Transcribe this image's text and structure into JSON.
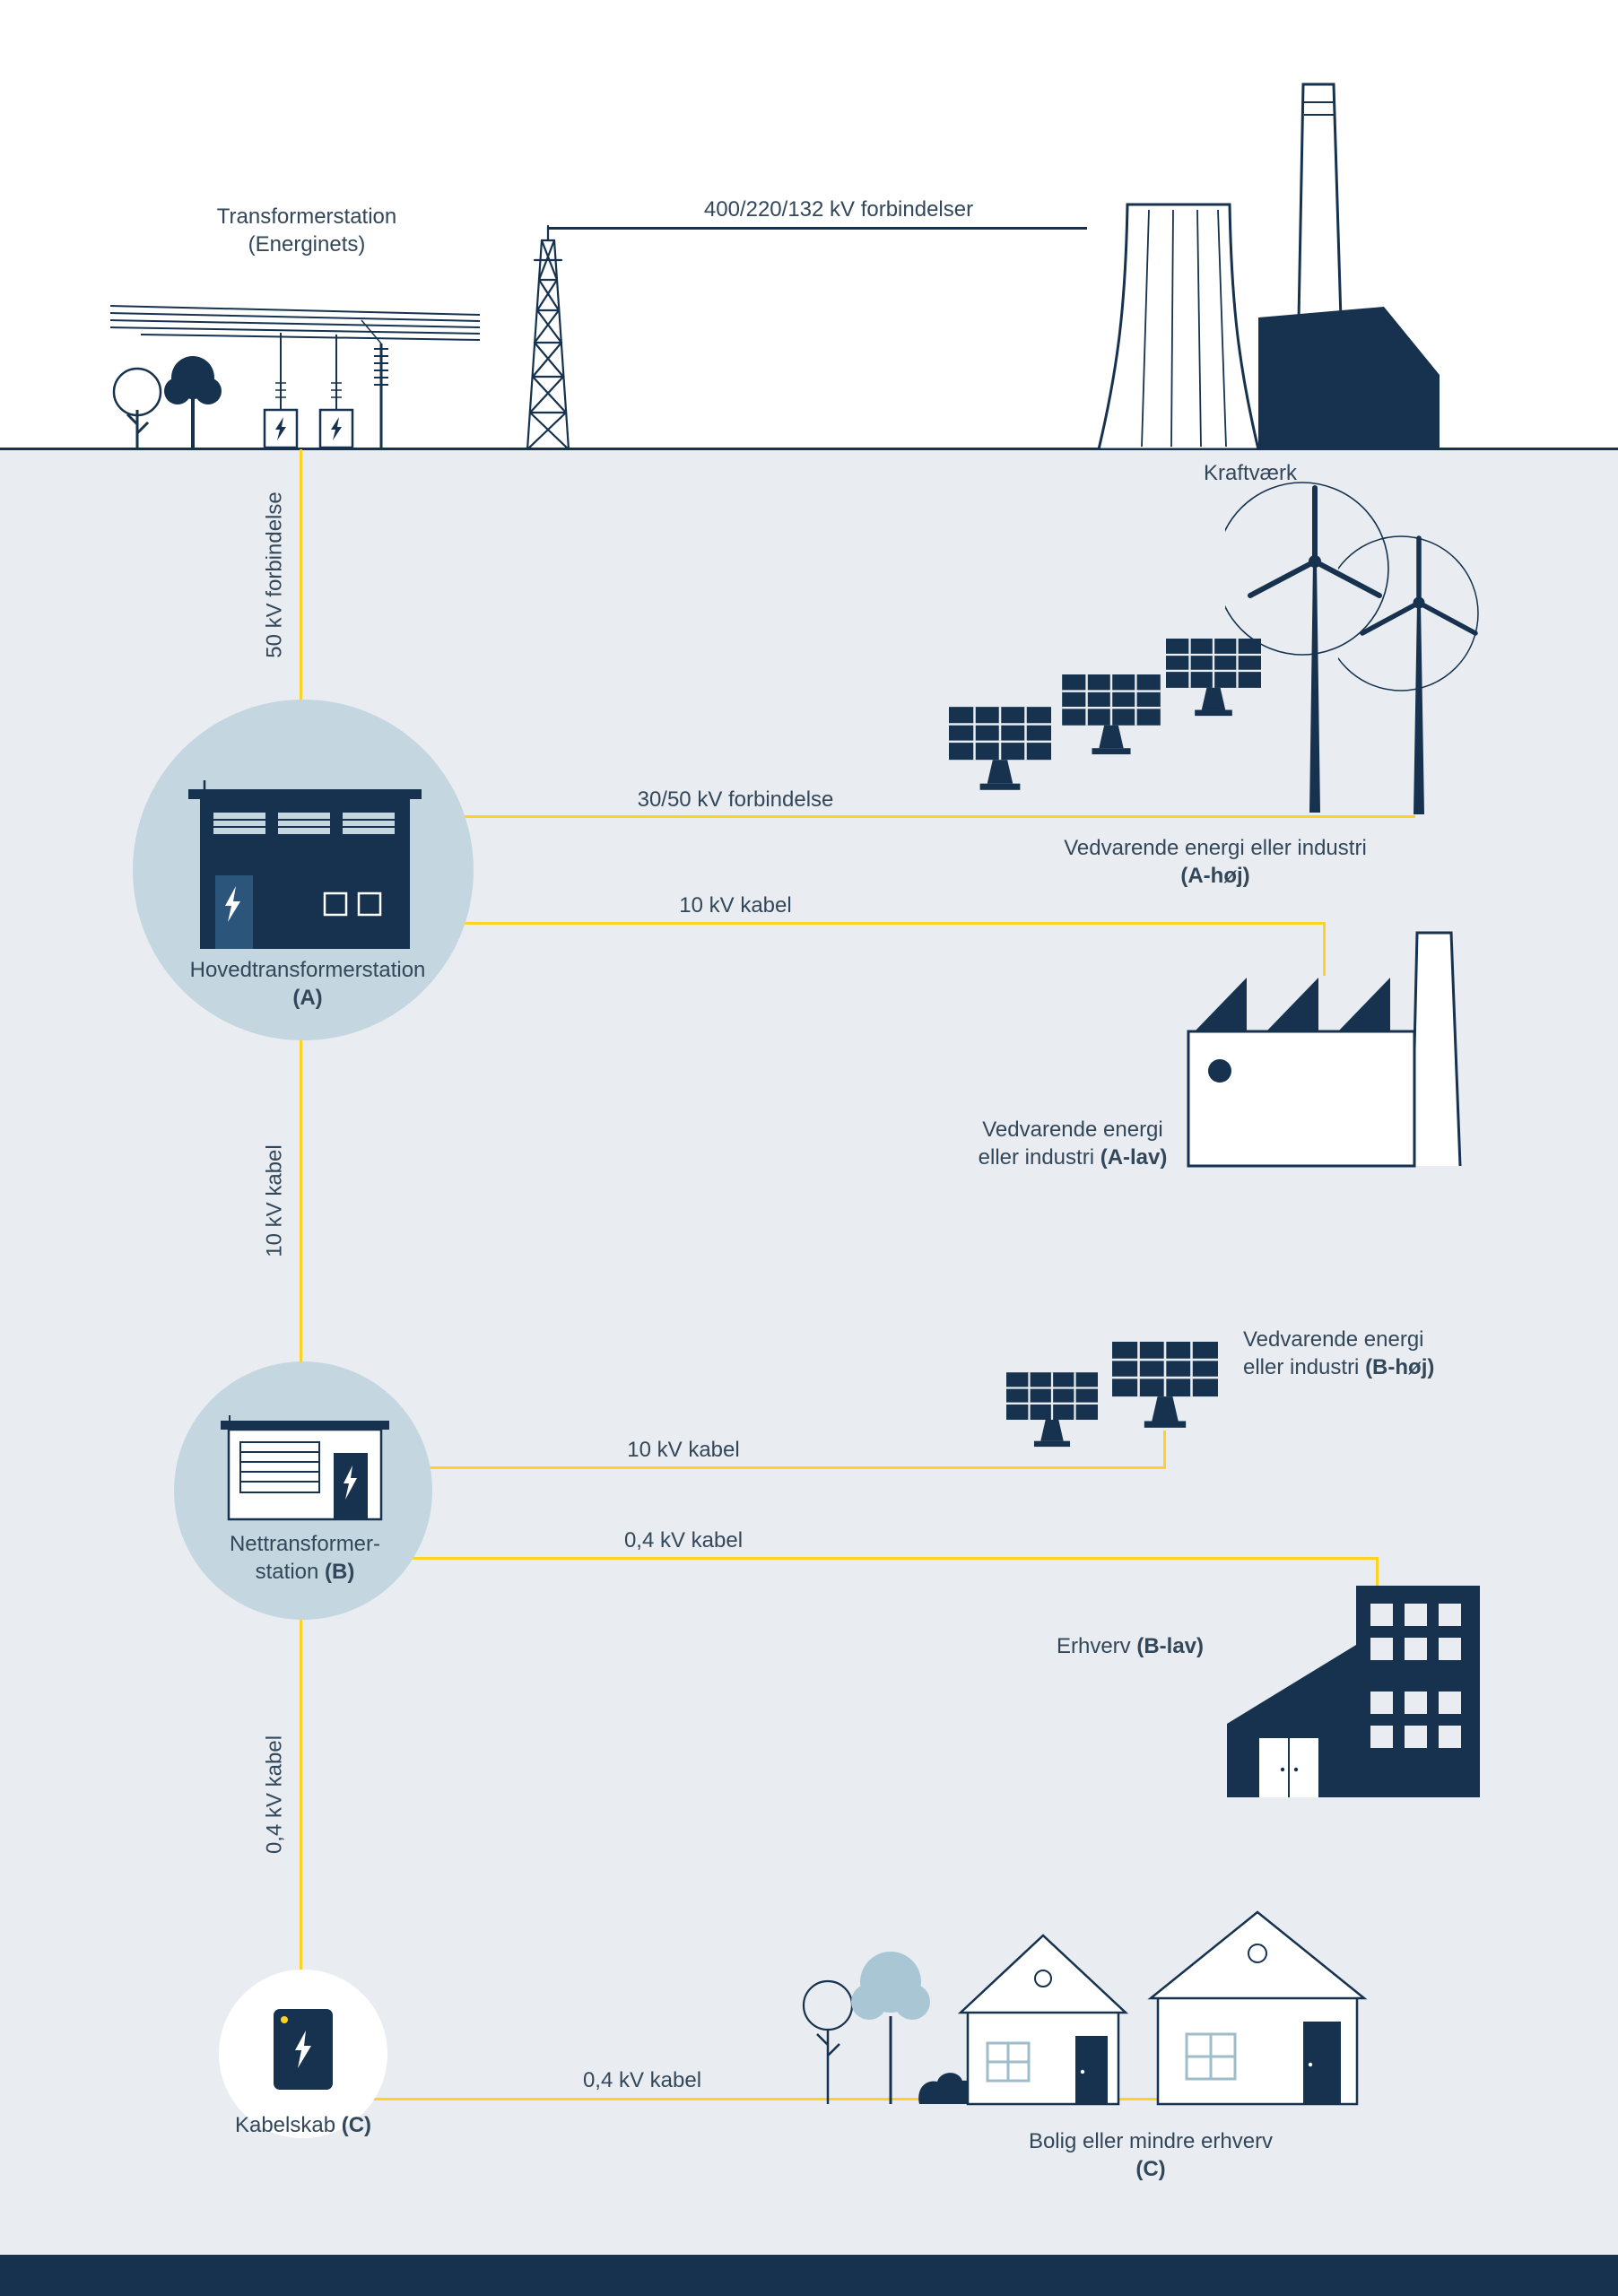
{
  "colors": {
    "navy": "#16324e",
    "text": "#33475a",
    "panel_background": "#e9edf1",
    "circle_fill": "#c4d6df",
    "accent_yellow": "#fcd323",
    "light_blue": "#a9c6d4",
    "white": "#ffffff"
  },
  "top_section": {
    "station_label_line1": "Transformerstation",
    "station_label_line2": "(Energinets)",
    "hv_connection_label": "400/220/132 kV forbindelser",
    "power_plant_label": "Kraftværk"
  },
  "connections": {
    "kv50_vertical": "50 kV forbindelse",
    "kv3050_horizontal": "30/50 kV forbindelse",
    "kv10_to_industry": "10 kV kabel",
    "kv10_vertical": "10 kV kabel",
    "kv10_to_bhoj": "10 kV kabel",
    "kv04_to_blav": "0,4 kV kabel",
    "kv04_vertical": "0,4 kV kabel",
    "kv04_to_homes": "0,4 kV kabel"
  },
  "stations": {
    "a_label": "Hovedtransformerstation",
    "a_code": "(A)",
    "b_label_line1": "Nettransformer-",
    "b_label_line2": "station ",
    "b_code": "(B)",
    "c_label": "Kabelskab ",
    "c_code": "(C)"
  },
  "consumers": {
    "a_hoj_label": "Vedvarende energi eller industri",
    "a_hoj_code": "(A-høj)",
    "a_lav_label_line1": "Vedvarende energi",
    "a_lav_label_line2": "eller industri ",
    "a_lav_code": "(A-lav)",
    "b_hoj_label_line1": "Vedvarende energi",
    "b_hoj_label_line2": "eller industri ",
    "b_hoj_code": "(B-høj)",
    "b_lav_label": "Erhverv ",
    "b_lav_code": "(B-lav)",
    "c_label_line1": "Bolig eller mindre erhverv",
    "c_code": "(C)"
  },
  "icons": [
    "power-lines-icon",
    "tree-icon",
    "transformer-box-icon",
    "transmission-tower-icon",
    "power-plant-icon",
    "substation-a-building-icon",
    "solar-panel-icon",
    "wind-turbine-icon",
    "factory-icon",
    "substation-b-building-icon",
    "office-building-icon",
    "cable-cabinet-icon",
    "house-icon",
    "bush-icon",
    "lightning-bolt-icon"
  ]
}
